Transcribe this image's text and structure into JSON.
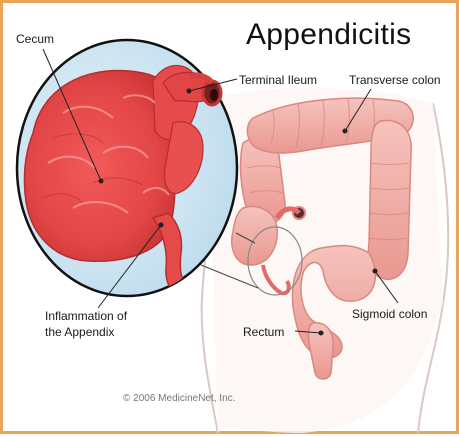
{
  "title": "Appendicitis",
  "labels": {
    "cecum": "Cecum",
    "terminal_ileum": "Terminal Ileum",
    "transverse_colon": "Transverse colon",
    "inflammation_line1": "Inflammation of",
    "inflammation_line2": "the Appendix",
    "sigmoid_colon": "Sigmoid colon",
    "rectum": "Rectum"
  },
  "copyright": "© 2006 MedicineNet, Inc.",
  "colors": {
    "border": "#e8a55a",
    "magnify_bg": "#c9e3f2",
    "inflamed": "#e84848",
    "colon": "#efa6a0",
    "skin": "#fdf6f3"
  }
}
